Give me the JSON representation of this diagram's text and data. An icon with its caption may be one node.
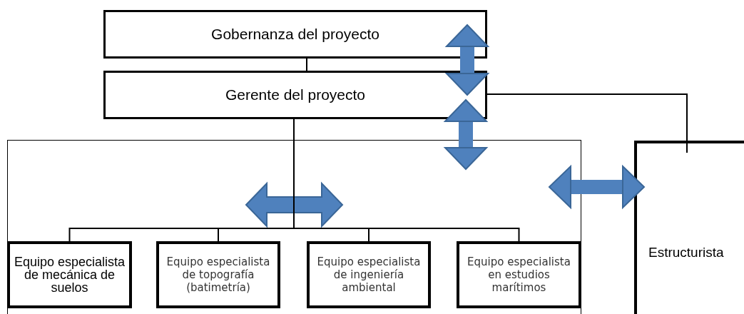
{
  "diagram": {
    "nodes": [
      {
        "text": [
          "Gobernanza del proyecto"
        ]
      },
      {
        "text": [
          "Gerente del proyecto"
        ]
      },
      {
        "text": [],
        "shape": "box"
      },
      {
        "text": [
          "Equipo especialista de mecánica de suelos"
        ],
        "in": 2
      },
      {
        "text": [
          "Equipo especialista de topografía (batimetría)"
        ],
        "in": 2
      },
      {
        "text": [
          "Equipo especialista de ingeniería ambiental"
        ],
        "in": 2
      },
      {
        "text": [
          "Equipo especialista en estudios marítimos"
        ],
        "in": 2
      },
      {
        "text": [
          "Estructurista"
        ]
      }
    ],
    "edges": [
      {
        "from": 0,
        "to": 1,
        "arrow": "none"
      },
      {
        "from": 0,
        "to": 1,
        "arrow": "both",
        "style": "thick",
        "color": "#4f81bd"
      },
      {
        "from": 1,
        "to": 2,
        "arrow": "both",
        "style": "thick",
        "color": "#4f81bd"
      },
      {
        "from": 1,
        "to": 3,
        "arrow": "none"
      },
      {
        "from": 1,
        "to": 4,
        "arrow": "none"
      },
      {
        "from": 1,
        "to": 5,
        "arrow": "none"
      },
      {
        "from": 1,
        "to": 6,
        "arrow": "none"
      },
      {
        "from": 2,
        "to": 7,
        "arrow": "both",
        "style": "thick",
        "color": "#4f81bd"
      },
      {
        "from": 1,
        "to": 7,
        "arrow": "none"
      }
    ]
  }
}
